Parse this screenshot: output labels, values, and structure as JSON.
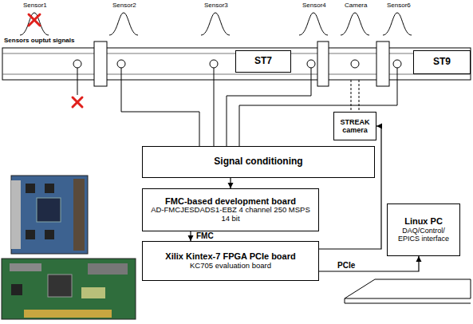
{
  "diagram": {
    "nodes": [
      {
        "text": [
          "ST7"
        ]
      },
      {
        "text": [
          "ST9"
        ]
      },
      {
        "text": [
          "STREAK camera"
        ]
      },
      {
        "text": [
          "Signal conditioning"
        ]
      },
      {
        "text": [
          "FMC-based development board",
          "AD-FMCJESDADS1-EBZ 4 channel 250 MSPS 14 bit"
        ]
      },
      {
        "text": [
          "Xilix Kintex-7 FPGA PCIe board",
          "KC705 evaluation board"
        ]
      },
      {
        "text": [
          "Linux PC",
          "DAQ/Control/ EPICS interface"
        ]
      }
    ],
    "edges": [
      {
        "from": 3,
        "to": 4,
        "arrow": "to"
      },
      {
        "from": 4,
        "to": 5,
        "label": "FMC",
        "arrow": "to"
      },
      {
        "from": 5,
        "to": 6,
        "label": "PCIe",
        "arrow": "to"
      },
      {
        "from": 5,
        "to": 2,
        "arrow": "to"
      }
    ],
    "labels": [
      "Sensors ouptut signals",
      "Sensor1",
      "Sensor2",
      "Sensor3",
      "Sensor4",
      "Camera",
      "Sensor6"
    ]
  }
}
